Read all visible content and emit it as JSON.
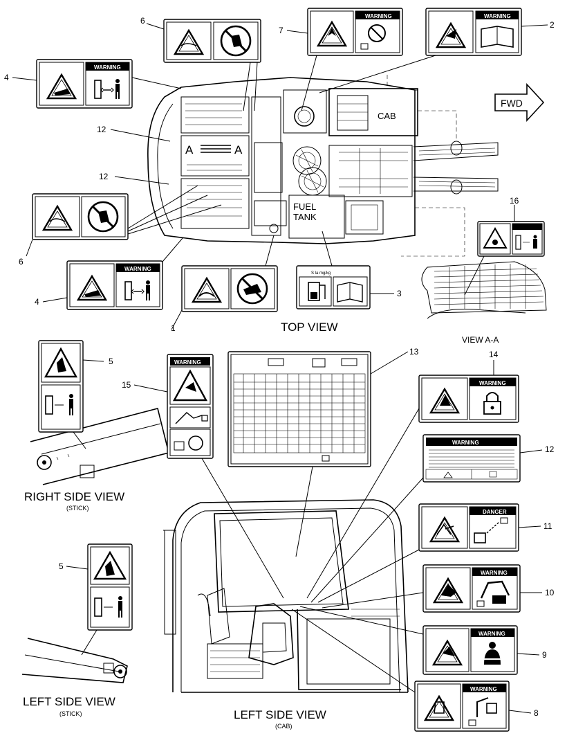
{
  "views": {
    "top_view": "TOP VIEW",
    "view_aa": "VIEW A-A",
    "section_mark": "A",
    "right_side": "RIGHT SIDE VIEW",
    "right_side_sub": "(STICK)",
    "left_side": "LEFT SIDE VIEW",
    "left_side_sub": "(STICK)",
    "left_side_cab": "LEFT SIDE VIEW",
    "left_side_cab_sub": "(CAB)"
  },
  "machine": {
    "cab": "CAB",
    "fuel_tank_1": "FUEL",
    "fuel_tank_2": "TANK",
    "forward": "FWD"
  },
  "decal_header": {
    "warning": "WARNING",
    "danger": "DANGER",
    "decal3_text": "S    la mg/kg"
  },
  "callouts": [
    "1",
    "2",
    "3",
    "4",
    "4",
    "5",
    "5",
    "6",
    "6",
    "7",
    "8",
    "9",
    "10",
    "11",
    "12",
    "12",
    "12",
    "13",
    "14",
    "15",
    "16"
  ]
}
